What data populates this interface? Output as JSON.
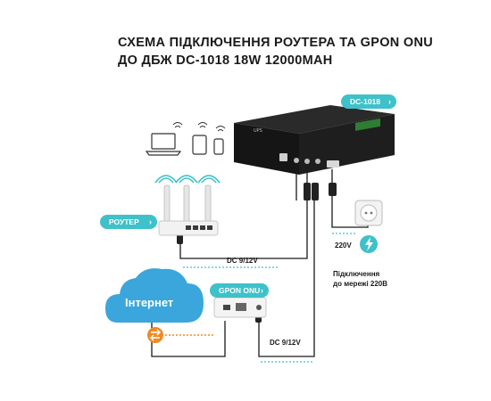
{
  "title": {
    "line1": "СХЕМА ПІДКЛЮЧЕННЯ РОУТЕРА ТА GPON ONU",
    "line2": "ДО ДБЖ  DC-1018 18W 12000MAH"
  },
  "tags": {
    "ups": "DC-1018",
    "router": "РОУТЕР",
    "onu": "GPON ONU",
    "chevron": "›"
  },
  "labels": {
    "dc_router": "DC 9/12V",
    "dc_onu": "DC 9/12V",
    "voltage": "220V",
    "mains_line1": "Підключення",
    "mains_line2": "до мережі 220В",
    "cloud": "Інтернет"
  },
  "colors": {
    "accent": "#3ec1c9",
    "cloud": "#3aa6dc",
    "orange": "#f08a24",
    "device_dark": "#1b1b1b",
    "screen_green": "#2e7d32"
  },
  "icons": [
    "laptop-icon",
    "tablet-icon",
    "phone-icon",
    "wifi-icon",
    "power-outlet-icon",
    "lightning-icon",
    "exchange-arrows-icon"
  ]
}
